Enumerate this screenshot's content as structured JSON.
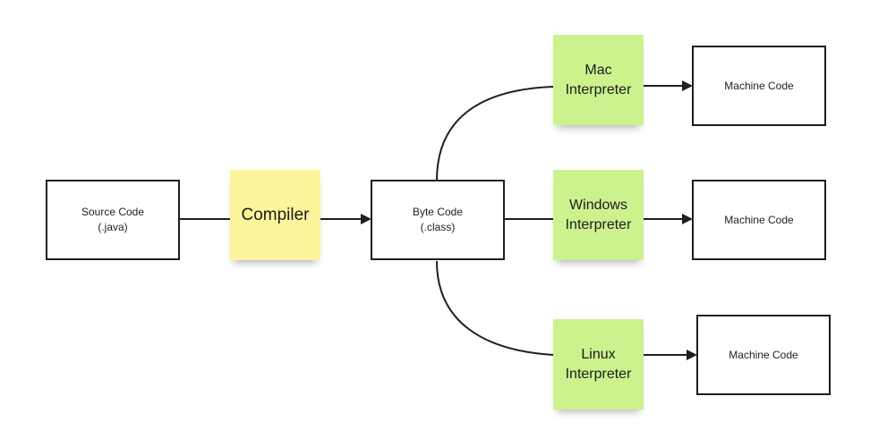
{
  "colors": {
    "compiler_note": "#fdf59b",
    "interpreter_note": "#ccf28e",
    "stroke": "#1f1f1f"
  },
  "source": {
    "line1": "Source Code",
    "line2": "(.java)"
  },
  "compiler": {
    "label": "Compiler"
  },
  "bytecode": {
    "line1": "Byte Code",
    "line2": "(.class)"
  },
  "interpreters": {
    "mac": {
      "line1": "Mac",
      "line2": "Interpreter"
    },
    "windows": {
      "line1": "Windows",
      "line2": "Interpreter"
    },
    "linux": {
      "line1": "Linux",
      "line2": "Interpreter"
    }
  },
  "outputs": {
    "mac": "Machine Code",
    "windows": "Machine Code",
    "linux": "Machine Code"
  }
}
